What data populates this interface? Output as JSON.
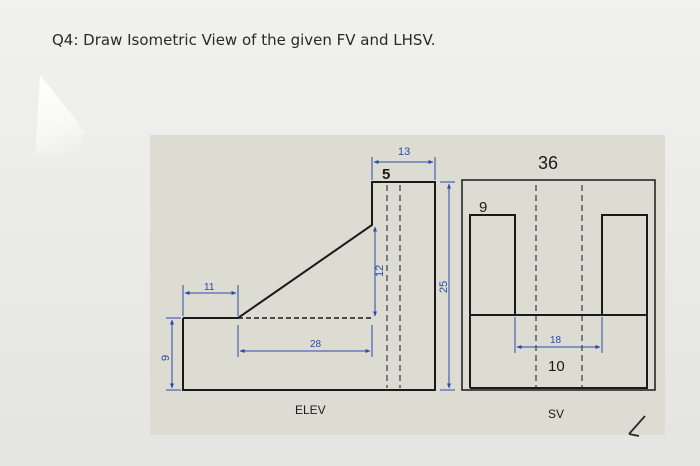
{
  "question": {
    "title": "Q4: Draw Isometric View of the given FV and LHSV."
  },
  "front_view": {
    "label": "ELEV",
    "dims": {
      "d13": "13",
      "d5": "5",
      "d11": "11",
      "d12": "12",
      "d25": "25",
      "d28": "28",
      "d9": "9"
    }
  },
  "side_view": {
    "label": "SV",
    "dims": {
      "d36": "36",
      "d9": "9",
      "d18": "18",
      "d10": "10"
    }
  },
  "colors": {
    "paper": "#dcdcd2",
    "line": "#1a1a1a",
    "dimension": "#2a4aa8"
  }
}
